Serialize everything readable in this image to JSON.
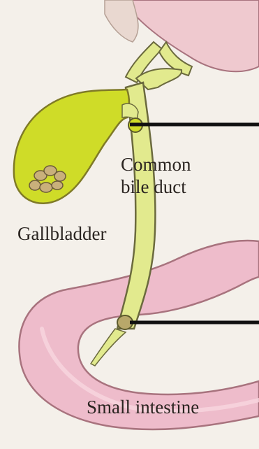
{
  "diagram": {
    "labels": {
      "common_bile_duct": [
        "Common",
        "bile duct"
      ],
      "gallbladder": "Gallbladder",
      "small_intestine": "Small intestine"
    },
    "colors": {
      "background": "#f4f0ea",
      "intestine_fill": "#eebccb",
      "intestine_outline": "#a8737e",
      "intestine_highlight": "#f7d6de",
      "stomach_fill": "#efc9cf",
      "bile_fill": "#e2ea8e",
      "bile_outline": "#6b6a3e",
      "gallbladder_fill": "#cfdc28",
      "gallbladder_outline": "#7f7a27",
      "stone_fill": "#c9b07b",
      "stone_outline": "#6b5a3b",
      "pointer_line": "#111111",
      "text": "#2a2420"
    }
  }
}
